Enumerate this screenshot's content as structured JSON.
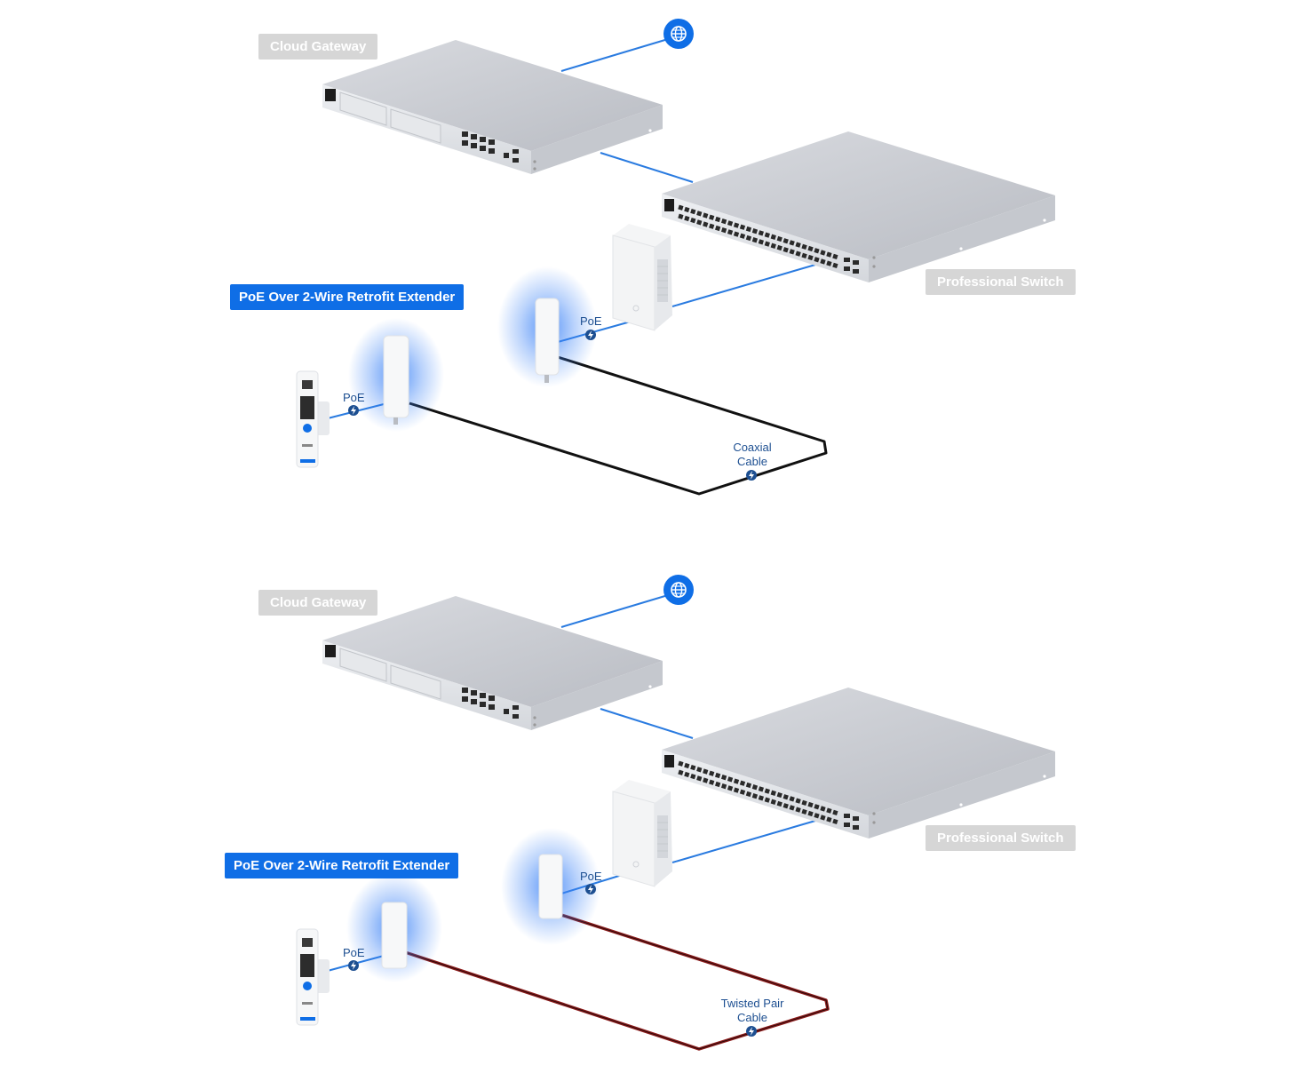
{
  "diagrams": [
    {
      "cloud_gateway_label": "Cloud Gateway",
      "switch_label": "Professional Switch",
      "extender_label": "PoE Over 2-Wire Retrofit Extender",
      "poe_label_right": "PoE",
      "poe_label_left": "PoE",
      "cable_label_line1": "Coaxial",
      "cable_label_line2": "Cable",
      "cable_color": "#111111",
      "cable_type": "coaxial"
    },
    {
      "cloud_gateway_label": "Cloud Gateway",
      "switch_label": "Professional Switch",
      "extender_label": "PoE Over 2-Wire Retrofit Extender",
      "poe_label_right": "PoE",
      "poe_label_left": "PoE",
      "cable_label_line1": "Twisted Pair",
      "cable_label_line2": "Cable",
      "cable_color": "#8b1a1a",
      "cable_type": "twisted-pair"
    }
  ],
  "colors": {
    "accent_blue": "#0f6ee6",
    "link_blue": "#2a7be0",
    "label_gray": "#d6d6d6",
    "glow_blue": "#3b82f6"
  },
  "icons": {
    "internet": "globe-icon",
    "poe_marker": "bolt-icon"
  }
}
